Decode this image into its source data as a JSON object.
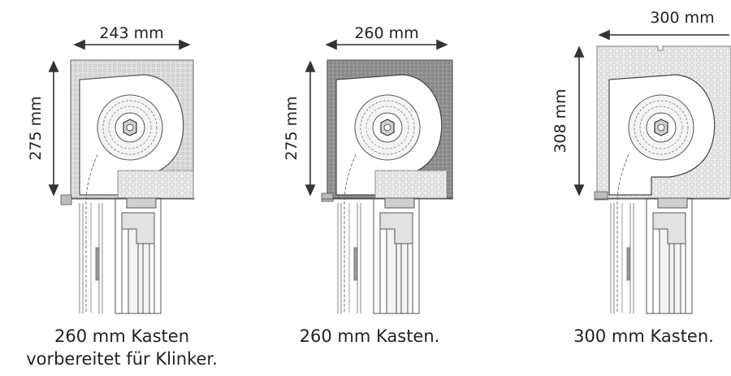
{
  "figures": [
    {
      "width_label": "243 mm",
      "height_label": "275 mm",
      "caption_line1": "260 mm Kasten",
      "caption_line2": "vorbereitet für Klinker."
    },
    {
      "width_label": "260 mm",
      "height_label": "275 mm",
      "caption_line1": "260 mm Kasten."
    },
    {
      "width_label": "300 mm",
      "height_label": "308 mm",
      "caption_line1": "300 mm Kasten."
    }
  ],
  "colors": {
    "box_fill_1": "#d9d9d9",
    "box_fill_2": "#8f8f8f",
    "box_fill_3": "#e6e6e6",
    "line": "#555555",
    "arrow": "#333333"
  }
}
